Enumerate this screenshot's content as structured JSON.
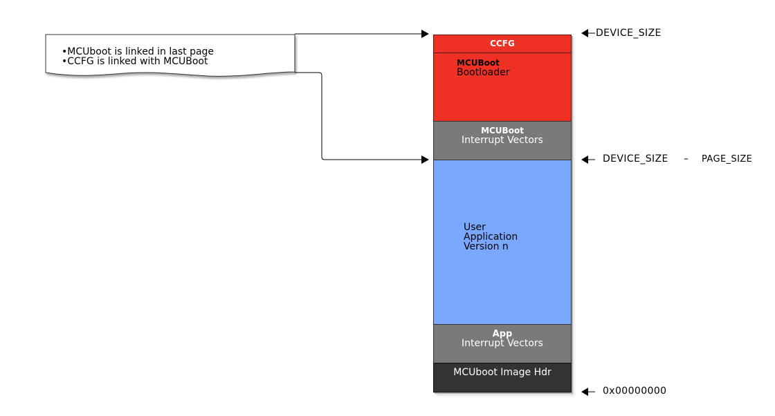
{
  "note": {
    "lines": [
      "MCUboot is linked in last page",
      "CCFG is linked with MCUBoot"
    ]
  },
  "memory_map": {
    "ccfg": {
      "label": "CCFG",
      "color": "#ee3124"
    },
    "bootloader": {
      "title": "MCUBoot",
      "subtitle": "Bootloader",
      "color": "#ee3124"
    },
    "mcuboot_vectors": {
      "title": "MCUBoot",
      "subtitle": "Interrupt Vectors",
      "color": "#7a7a7a"
    },
    "user_app": {
      "line1": "User",
      "line2": "Application",
      "line3": "Version n",
      "color": "#7aa7ff"
    },
    "app_vectors": {
      "title": "App",
      "subtitle": "Interrupt Vectors",
      "color": "#7a7a7a"
    },
    "image_hdr": {
      "label": "MCUboot Image Hdr",
      "color": "#333333"
    }
  },
  "addresses": {
    "top": "DEVICE_SIZE",
    "page_left": "DEVICE_SIZE",
    "page_minus": "–",
    "page_right": "PAGE_SIZE",
    "bottom": "0x00000000"
  }
}
